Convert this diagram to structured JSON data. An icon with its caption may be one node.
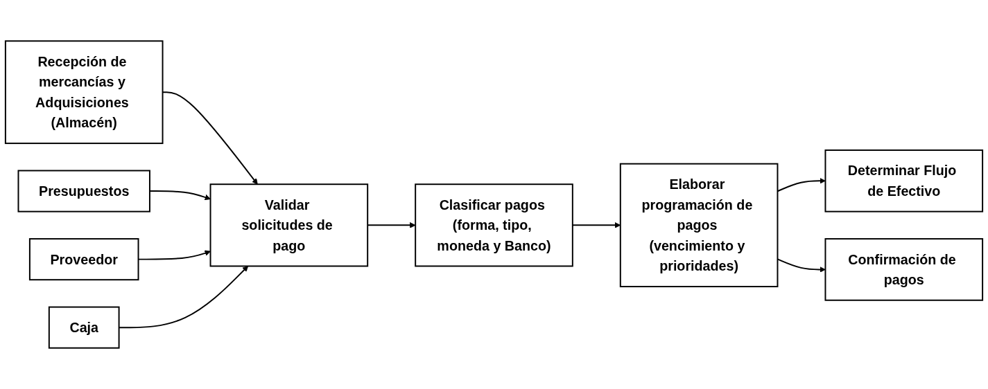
{
  "diagram": {
    "nodes": [
      {
        "text": [
          "Recepción de mercancías y Adquisiciones (Almacén)"
        ]
      },
      {
        "text": [
          "Presupuestos"
        ]
      },
      {
        "text": [
          "Proveedor"
        ]
      },
      {
        "text": [
          "Caja"
        ]
      },
      {
        "text": [
          "Validar solicitudes de pago"
        ]
      },
      {
        "text": [
          "Clasificar pagos (forma, tipo, moneda y Banco)"
        ]
      },
      {
        "text": [
          "Elaborar programación de pagos (vencimiento y prioridades)"
        ]
      },
      {
        "text": [
          "Determinar Flujo de Efectivo"
        ]
      },
      {
        "text": [
          "Confirmación de pagos"
        ]
      }
    ],
    "edges": [
      {
        "from": 0,
        "to": 4,
        "arrow": "to"
      },
      {
        "from": 1,
        "to": 4,
        "arrow": "to"
      },
      {
        "from": 2,
        "to": 4,
        "arrow": "to"
      },
      {
        "from": 3,
        "to": 4,
        "arrow": "to"
      },
      {
        "from": 4,
        "to": 5,
        "arrow": "to"
      },
      {
        "from": 5,
        "to": 6,
        "arrow": "to"
      },
      {
        "from": 6,
        "to": 7,
        "arrow": "to"
      },
      {
        "from": 6,
        "to": 8,
        "arrow": "to"
      }
    ]
  }
}
